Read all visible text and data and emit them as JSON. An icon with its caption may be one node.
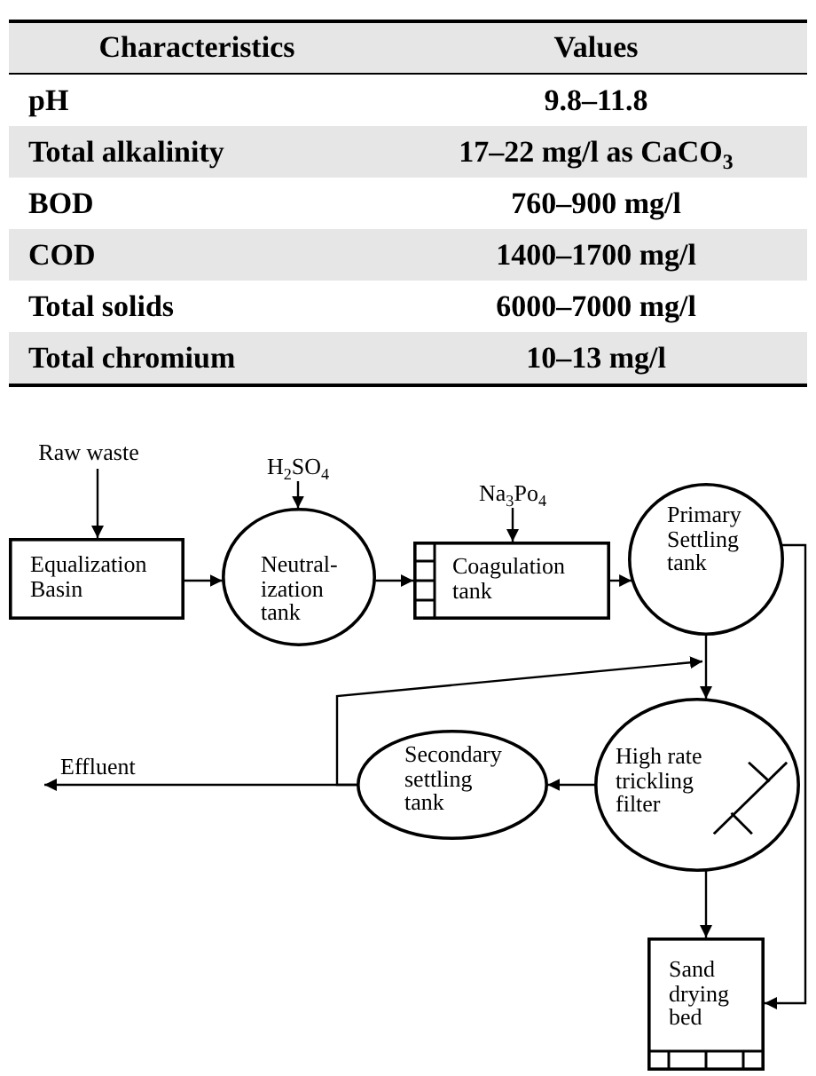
{
  "diagram": {
    "nodes": [
      {
        "text": [
          "Raw waste"
        ]
      },
      {
        "text": [
          "Equalization Basin"
        ]
      },
      {
        "text": [
          "H$_{2}$SO$_{4}$"
        ]
      },
      {
        "text": [
          "Neutral- ization tank"
        ]
      },
      {
        "text": [
          "Na$_{3}$Po$_{4}$"
        ]
      },
      {
        "text": [
          "Coagulation tank"
        ]
      },
      {
        "text": [
          "Primary Settling tank"
        ]
      },
      {
        "text": [
          "High rate trickling filter"
        ]
      },
      {
        "text": [
          "Secondary settling tank"
        ]
      },
      {
        "text": [
          "Sand drying bed"
        ]
      }
    ],
    "edges": [
      {
        "from": 0,
        "to": 1,
        "arrow": "to"
      },
      {
        "from": 1,
        "to": 3,
        "arrow": "to"
      },
      {
        "from": 2,
        "to": 3,
        "arrow": "to"
      },
      {
        "from": 3,
        "to": 5,
        "arrow": "to"
      },
      {
        "from": 4,
        "to": 5,
        "arrow": "to"
      },
      {
        "from": 5,
        "to": 6,
        "arrow": "to"
      },
      {
        "from": 6,
        "to": 7,
        "arrow": "to"
      },
      {
        "from": 7,
        "to": 8,
        "arrow": "to"
      },
      {
        "from": 8,
        "to": null,
        "arrow": "to",
        "label": "Effluent"
      },
      {
        "from": 8,
        "to": 7,
        "arrow": "to"
      },
      {
        "from": 6,
        "to": 9,
        "arrow": "to"
      },
      {
        "from": 7,
        "to": 9,
        "arrow": "to"
      }
    ],
    "labels": [
      "Characteristics",
      "Values",
      "pH",
      "9.8–11.8",
      "Total alkalinity",
      "17–22 mg/l as CaCO$_{3}$",
      "BOD",
      "760–900 mg/l",
      "COD",
      "1400–1700 mg/l",
      "Total solids",
      "6000–7000 mg/l",
      "Total chromium",
      "10–13 mg/l"
    ]
  }
}
